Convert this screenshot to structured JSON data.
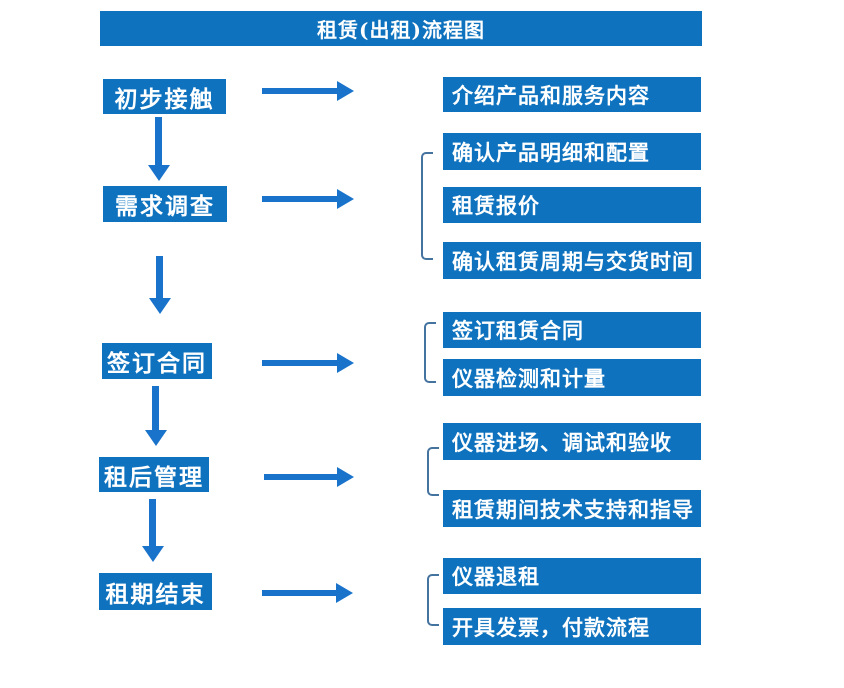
{
  "title": "租赁(出租)流程图",
  "colors": {
    "box_blue": "#0E72BE",
    "arrow_blue": "#1A73CB",
    "bracket": "#45739F"
  },
  "steps": [
    {
      "label": "初步接触",
      "outputs": [
        "介绍产品和服务内容"
      ]
    },
    {
      "label": "需求调查",
      "outputs": [
        "确认产品明细和配置",
        "租赁报价",
        "确认租赁周期与交货时间"
      ]
    },
    {
      "label": "签订合同",
      "outputs": [
        "签订租赁合同",
        "仪器检测和计量"
      ]
    },
    {
      "label": "租后管理",
      "outputs": [
        "仪器进场、调试和验收",
        "租赁期间技术支持和指导"
      ]
    },
    {
      "label": "租期结束",
      "outputs": [
        "仪器退租",
        "开具发票，付款流程"
      ]
    }
  ]
}
